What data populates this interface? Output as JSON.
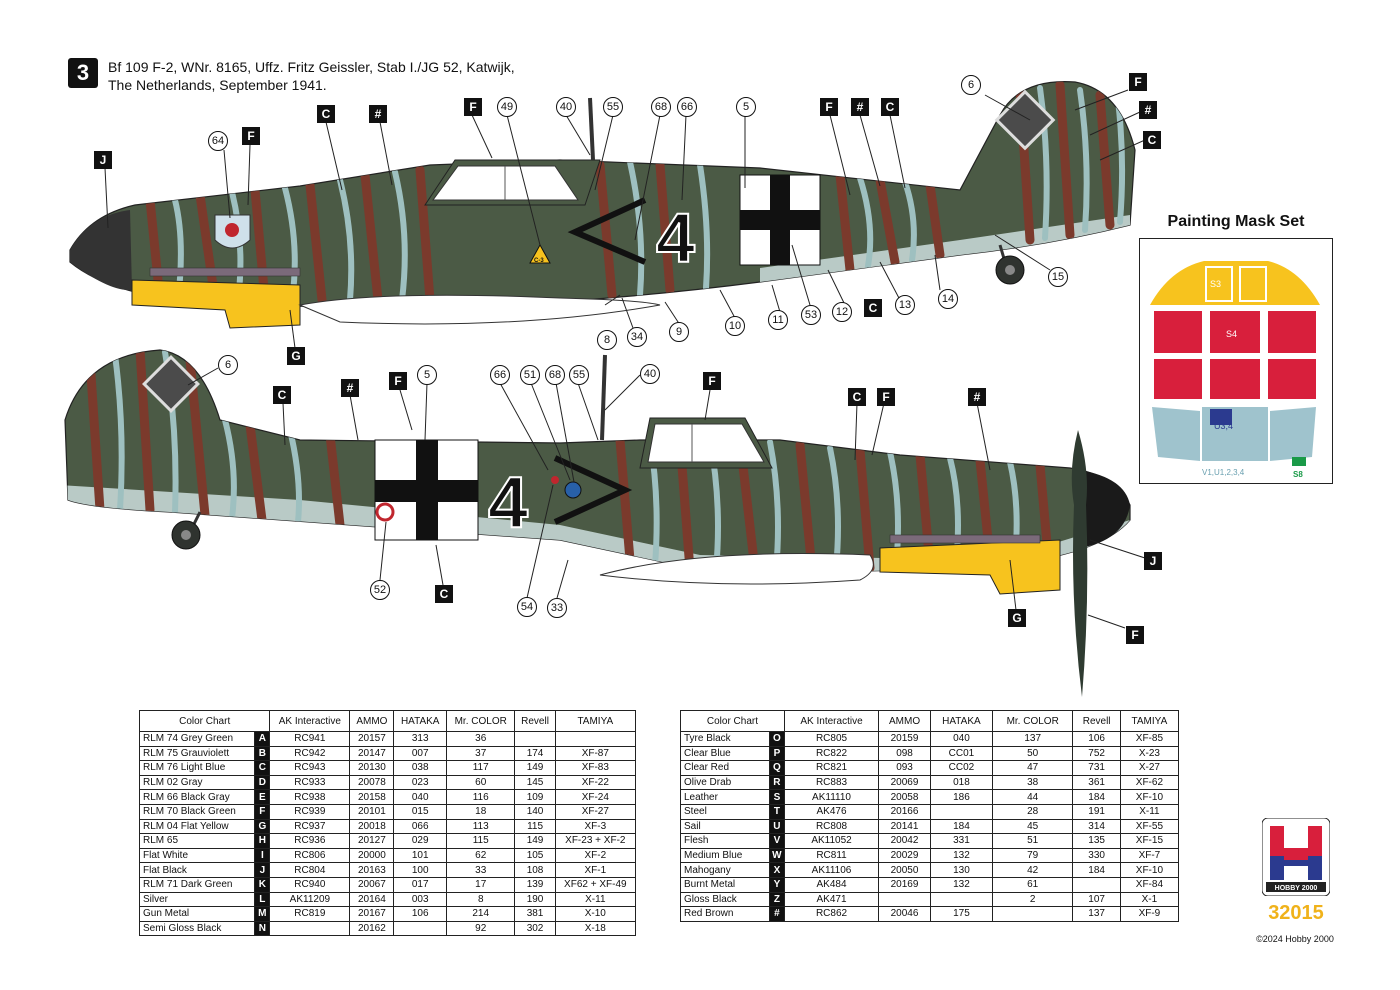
{
  "header": {
    "number": "3",
    "line1": "Bf 109 F-2, WNr. 8165, Uffz. Fritz Geissler, Stab I./JG 52, Katwijk,",
    "line2": "The Netherlands, September 1941."
  },
  "top_view": {
    "letter_labels": [
      "J",
      "F",
      "C",
      "#",
      "F",
      "F",
      "#",
      "C",
      "F",
      "#",
      "C",
      "C",
      "G"
    ],
    "number_labels": [
      "64",
      "49",
      "40",
      "55",
      "68",
      "66",
      "5",
      "6",
      "15",
      "14",
      "13",
      "12",
      "53",
      "11",
      "10",
      "9",
      "34",
      "8"
    ],
    "fuselage_code": "4",
    "triangle_label": "C-3"
  },
  "bottom_view": {
    "letter_labels": [
      "C",
      "#",
      "F",
      "F",
      "C",
      "F",
      "#",
      "C",
      "J",
      "G",
      "F"
    ],
    "number_labels": [
      "6",
      "5",
      "66",
      "51",
      "68",
      "55",
      "40",
      "52",
      "54",
      "33"
    ],
    "fuselage_code": "4"
  },
  "mask": {
    "title": "Painting Mask Set",
    "labels": {
      "s3": "S3",
      "s4": "S4",
      "u34": "U3,4",
      "v": "V1,U1,2,3,4",
      "s8": "S8"
    }
  },
  "colors": {
    "yellow": "#f7c31e",
    "red": "#d81f3c",
    "blue": "#9fc3cd",
    "navy": "#2b3a8f",
    "green": "#1a9a48",
    "camo_green": "#4b5a45",
    "camo_red": "#7b3a2c",
    "camo_light": "#9ec0c0",
    "belly": "#b9cac6"
  },
  "table_headers": [
    "Color Chart",
    "AK Interactive",
    "AMMO",
    "HATAKA",
    "Mr. COLOR",
    "Revell",
    "TAMIYA"
  ],
  "table_left": [
    {
      "name": "RLM 74 Grey Green",
      "code": "A",
      "ak": "RC941",
      "ammo": "20157",
      "hataka": "313",
      "mr": "36",
      "revell": "",
      "tamiya": ""
    },
    {
      "name": "RLM 75 Grauviolett",
      "code": "B",
      "ak": "RC942",
      "ammo": "20147",
      "hataka": "007",
      "mr": "37",
      "revell": "174",
      "tamiya": "XF-87"
    },
    {
      "name": "RLM 76 Light Blue",
      "code": "C",
      "ak": "RC943",
      "ammo": "20130",
      "hataka": "038",
      "mr": "117",
      "revell": "149",
      "tamiya": "XF-83"
    },
    {
      "name": "RLM 02 Gray",
      "code": "D",
      "ak": "RC933",
      "ammo": "20078",
      "hataka": "023",
      "mr": "60",
      "revell": "145",
      "tamiya": "XF-22"
    },
    {
      "name": "RLM 66 Black Gray",
      "code": "E",
      "ak": "RC938",
      "ammo": "20158",
      "hataka": "040",
      "mr": "116",
      "revell": "109",
      "tamiya": "XF-24"
    },
    {
      "name": "RLM 70 Black Green",
      "code": "F",
      "ak": "RC939",
      "ammo": "20101",
      "hataka": "015",
      "mr": "18",
      "revell": "140",
      "tamiya": "XF-27"
    },
    {
      "name": "RLM 04 Flat Yellow",
      "code": "G",
      "ak": "RC937",
      "ammo": "20018",
      "hataka": "066",
      "mr": "113",
      "revell": "115",
      "tamiya": "XF-3"
    },
    {
      "name": "RLM 65",
      "code": "H",
      "ak": "RC936",
      "ammo": "20127",
      "hataka": "029",
      "mr": "115",
      "revell": "149",
      "tamiya": "XF-23 + XF-2"
    },
    {
      "name": "Flat White",
      "code": "I",
      "ak": "RC806",
      "ammo": "20000",
      "hataka": "101",
      "mr": "62",
      "revell": "105",
      "tamiya": "XF-2"
    },
    {
      "name": "Flat Black",
      "code": "J",
      "ak": "RC804",
      "ammo": "20163",
      "hataka": "100",
      "mr": "33",
      "revell": "108",
      "tamiya": "XF-1"
    },
    {
      "name": "RLM 71 Dark Green",
      "code": "K",
      "ak": "RC940",
      "ammo": "20067",
      "hataka": "017",
      "mr": "17",
      "revell": "139",
      "tamiya": "XF62 + XF-49"
    },
    {
      "name": "Silver",
      "code": "L",
      "ak": "AK11209",
      "ammo": "20164",
      "hataka": "003",
      "mr": "8",
      "revell": "190",
      "tamiya": "X-11"
    },
    {
      "name": "Gun Metal",
      "code": "M",
      "ak": "RC819",
      "ammo": "20167",
      "hataka": "106",
      "mr": "214",
      "revell": "381",
      "tamiya": "X-10"
    },
    {
      "name": "Semi Gloss Black",
      "code": "N",
      "ak": "",
      "ammo": "20162",
      "hataka": "",
      "mr": "92",
      "revell": "302",
      "tamiya": "X-18"
    }
  ],
  "table_right": [
    {
      "name": "Tyre Black",
      "code": "O",
      "ak": "RC805",
      "ammo": "20159",
      "hataka": "040",
      "mr": "137",
      "revell": "106",
      "tamiya": "XF-85"
    },
    {
      "name": "Clear Blue",
      "code": "P",
      "ak": "RC822",
      "ammo": "098",
      "hataka": "CC01",
      "mr": "50",
      "revell": "752",
      "tamiya": "X-23"
    },
    {
      "name": "Clear Red",
      "code": "Q",
      "ak": "RC821",
      "ammo": "093",
      "hataka": "CC02",
      "mr": "47",
      "revell": "731",
      "tamiya": "X-27"
    },
    {
      "name": "Olive Drab",
      "code": "R",
      "ak": "RC883",
      "ammo": "20069",
      "hataka": "018",
      "mr": "38",
      "revell": "361",
      "tamiya": "XF-62"
    },
    {
      "name": "Leather",
      "code": "S",
      "ak": "AK11110",
      "ammo": "20058",
      "hataka": "186",
      "mr": "44",
      "revell": "184",
      "tamiya": "XF-10"
    },
    {
      "name": "Steel",
      "code": "T",
      "ak": "AK476",
      "ammo": "20166",
      "hataka": "",
      "mr": "28",
      "revell": "191",
      "tamiya": "X-11"
    },
    {
      "name": "Sail",
      "code": "U",
      "ak": "RC808",
      "ammo": "20141",
      "hataka": "184",
      "mr": "45",
      "revell": "314",
      "tamiya": "XF-55"
    },
    {
      "name": "Flesh",
      "code": "V",
      "ak": "AK11052",
      "ammo": "20042",
      "hataka": "331",
      "mr": "51",
      "revell": "135",
      "tamiya": "XF-15"
    },
    {
      "name": "Medium Blue",
      "code": "W",
      "ak": "RC811",
      "ammo": "20029",
      "hataka": "132",
      "mr": "79",
      "revell": "330",
      "tamiya": "XF-7"
    },
    {
      "name": "Mahogany",
      "code": "X",
      "ak": "AK11106",
      "ammo": "20050",
      "hataka": "130",
      "mr": "42",
      "revell": "184",
      "tamiya": "XF-10"
    },
    {
      "name": "Burnt Metal",
      "code": "Y",
      "ak": "AK484",
      "ammo": "20169",
      "hataka": "132",
      "mr": "61",
      "revell": "",
      "tamiya": "XF-84"
    },
    {
      "name": "Gloss Black",
      "code": "Z",
      "ak": "AK471",
      "ammo": "",
      "hataka": "",
      "mr": "2",
      "revell": "107",
      "tamiya": "X-1"
    },
    {
      "name": "Red Brown",
      "code": "#",
      "ak": "RC862",
      "ammo": "20046",
      "hataka": "175",
      "mr": "",
      "revell": "137",
      "tamiya": "XF-9"
    }
  ],
  "footer": {
    "logo_text": "HOBBY 2000",
    "kit_number": "32015",
    "copyright": "©2024 Hobby 2000"
  }
}
